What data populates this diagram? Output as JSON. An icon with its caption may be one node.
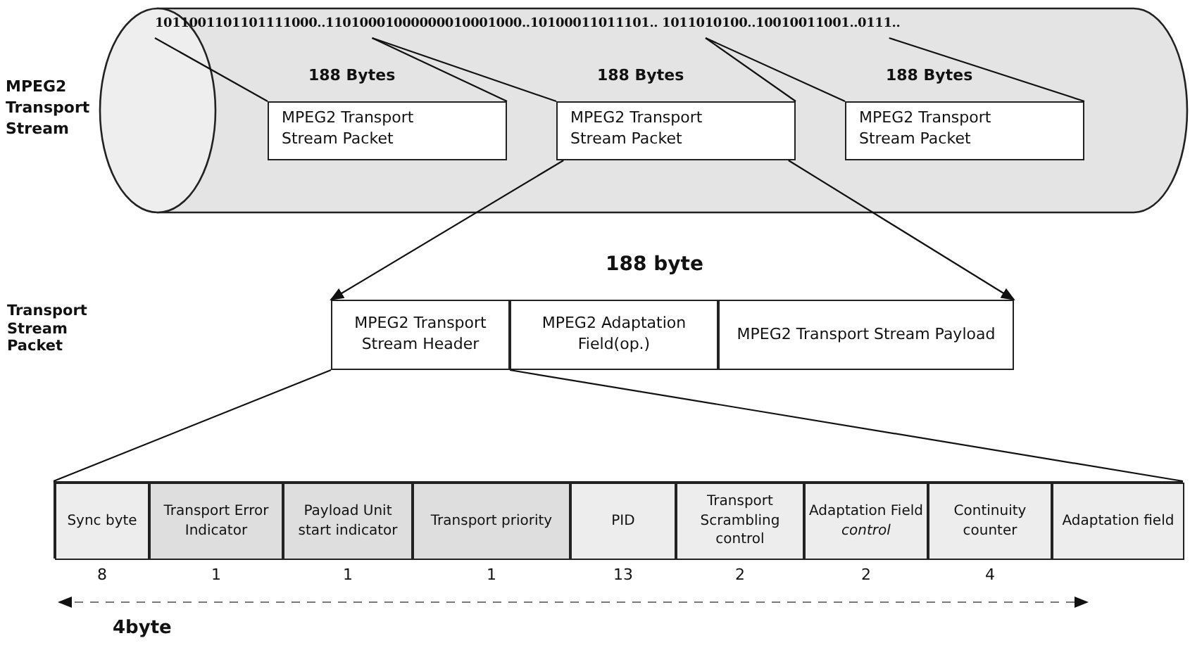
{
  "diagram": {
    "nodes": [
      {
        "text": [
          "MPEG2 Transport Stream"
        ]
      },
      {
        "text": [
          "1011001101101111000..11010001000000010001000..10100011011101.. 1011010100..10010011001..0111.."
        ],
        "in": 0
      },
      {
        "text": [
          "MPEG2 Transport Stream Packet"
        ],
        "beside": [
          "188 Bytes"
        ],
        "in": 0
      },
      {
        "text": [
          "MPEG2 Transport Stream Packet"
        ],
        "beside": [
          "188 Bytes"
        ],
        "in": 0
      },
      {
        "text": [
          "MPEG2 Transport Stream Packet"
        ],
        "beside": [
          "188 Bytes"
        ],
        "in": 0
      },
      {
        "text": [
          "Transport Stream Packet"
        ],
        "beside": [
          "188 byte"
        ]
      },
      {
        "text": [
          "MPEG2 Transport Stream Header"
        ],
        "in": 5
      },
      {
        "text": [
          "MPEG2 Adaptation Field(op.)"
        ],
        "in": 5
      },
      {
        "text": [
          "MPEG2 Transport Stream Payload"
        ],
        "in": 5
      },
      {
        "text": [],
        "shape": "box"
      },
      {
        "text": [
          "Sync byte"
        ],
        "beside": [
          "8"
        ],
        "in": 9
      },
      {
        "text": [
          "Transport Error Indicator"
        ],
        "beside": [
          "1"
        ],
        "in": 9
      },
      {
        "text": [
          "Payload Unit start indicator"
        ],
        "beside": [
          "1"
        ],
        "in": 9
      },
      {
        "text": [
          "Transport priority"
        ],
        "beside": [
          "1"
        ],
        "in": 9
      },
      {
        "text": [
          "PID"
        ],
        "beside": [
          "13"
        ],
        "in": 9
      },
      {
        "text": [
          "Transport Scrambling control"
        ],
        "beside": [
          "2"
        ],
        "in": 9
      },
      {
        "text": [
          "Adaptation Field *control*"
        ],
        "beside": [
          "2"
        ],
        "in": 9
      },
      {
        "text": [
          "Continuity counter"
        ],
        "beside": [
          "4"
        ],
        "in": 9
      },
      {
        "text": [
          "Adaptation field"
        ],
        "in": 9
      }
    ],
    "edges": [
      {
        "from": 1,
        "to": 2,
        "arrow": "none"
      },
      {
        "from": 1,
        "to": 2,
        "arrow": "none"
      },
      {
        "from": 1,
        "to": 3,
        "arrow": "none"
      },
      {
        "from": 1,
        "to": 3,
        "arrow": "none"
      },
      {
        "from": 1,
        "to": 4,
        "arrow": "none"
      },
      {
        "from": 1,
        "to": 4,
        "arrow": "none"
      },
      {
        "from": 3,
        "to": 5,
        "arrow": "to"
      },
      {
        "from": 3,
        "to": 5,
        "arrow": "to"
      },
      {
        "from": 6,
        "to": 9,
        "arrow": "none"
      },
      {
        "from": 6,
        "to": 9,
        "arrow": "none"
      }
    ],
    "labels": [
      "4byte"
    ]
  }
}
